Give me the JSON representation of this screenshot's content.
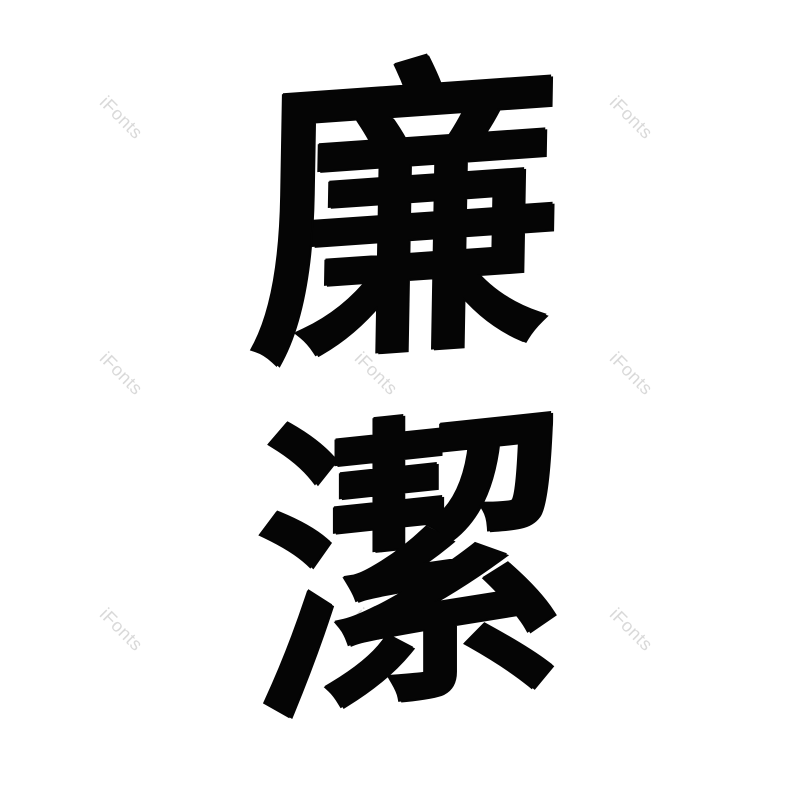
{
  "calligraphy": {
    "characters": [
      "廉",
      "潔"
    ],
    "ink_color": "#050505"
  },
  "watermark": {
    "text": "iFonts",
    "color": "#d9d9d9"
  }
}
